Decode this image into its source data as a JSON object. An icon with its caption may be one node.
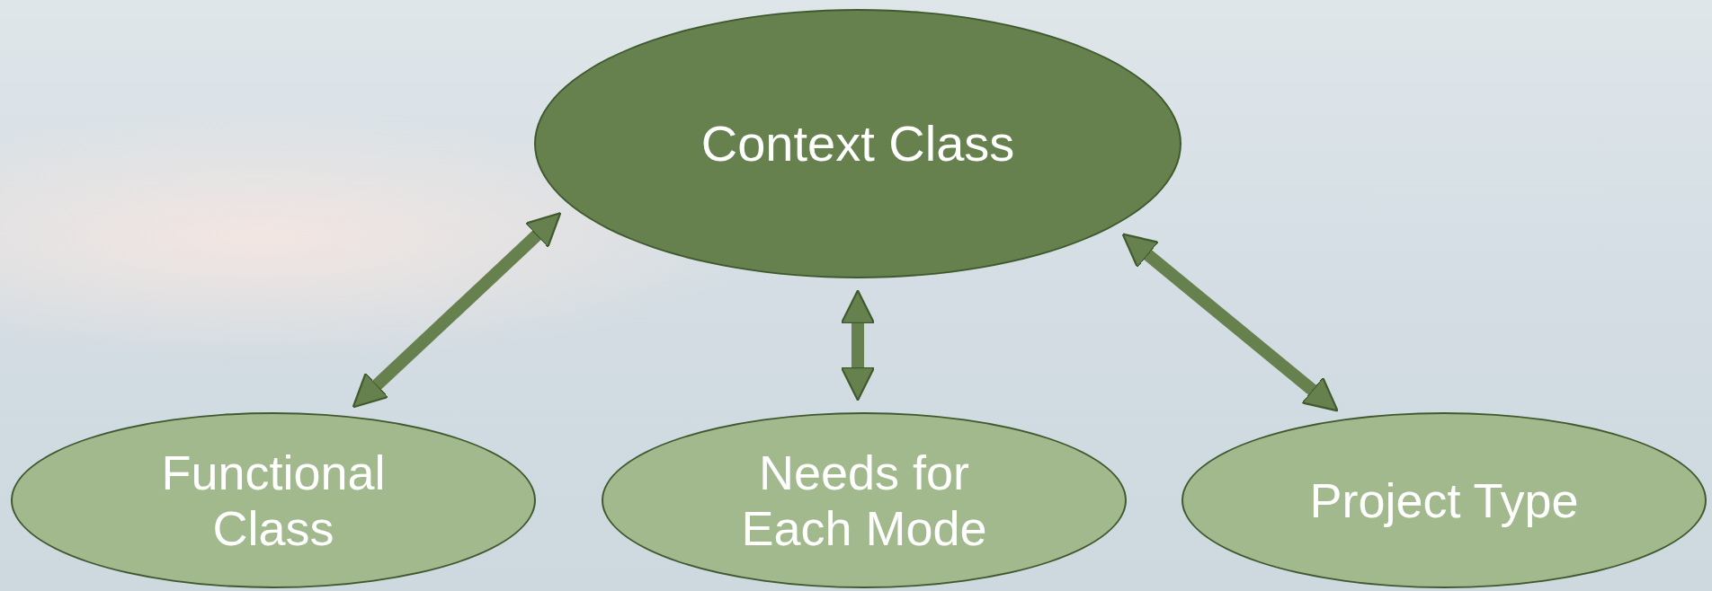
{
  "diagram": {
    "nodes": [
      {
        "text": [
          "Context Class"
        ]
      },
      {
        "text": [
          "Functional Class"
        ]
      },
      {
        "text": [
          "Needs for Each Mode"
        ]
      },
      {
        "text": [
          "Project Type"
        ]
      }
    ],
    "edges": [
      {
        "from": 0,
        "to": 1,
        "arrow": "both"
      },
      {
        "from": 0,
        "to": 2,
        "arrow": "both"
      },
      {
        "from": 0,
        "to": 3,
        "arrow": "both"
      }
    ]
  }
}
